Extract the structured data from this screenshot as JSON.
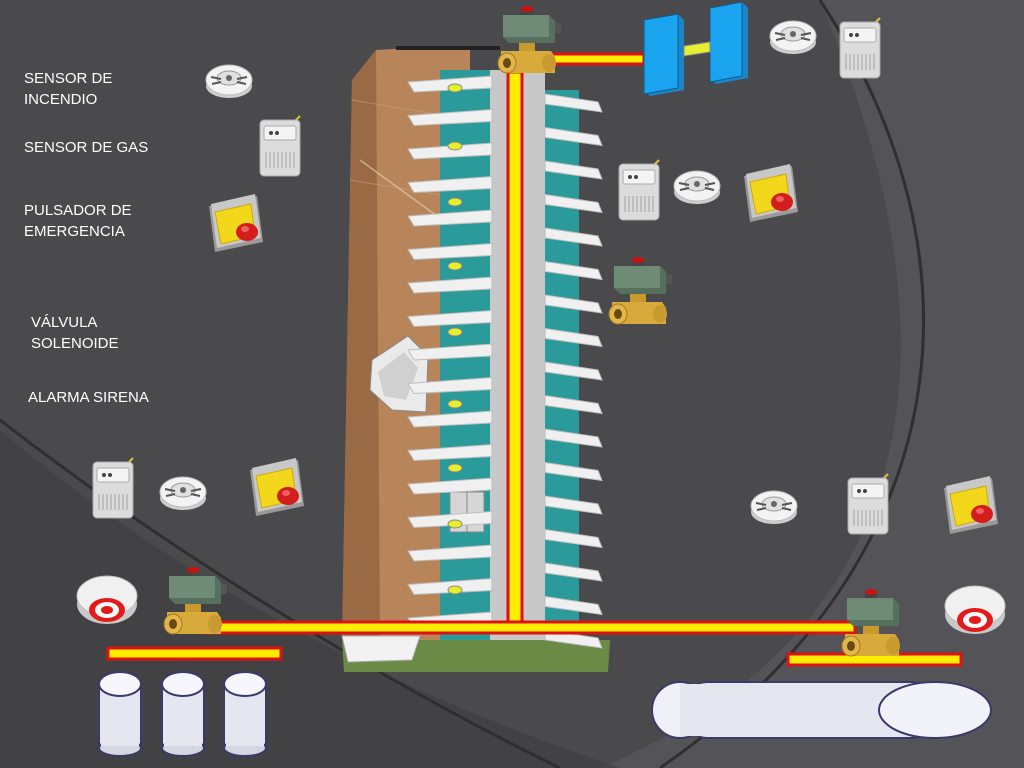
{
  "legend": {
    "fire_sensor": "SENSOR DE\nINCENDIO",
    "gas_sensor": "SENSOR DE GAS",
    "emergency_button": "PULSADOR DE\nEMERGENCIA",
    "solenoid_valve": "VÁLVULA\nSOLENOIDE",
    "siren_alarm": "ALARMA SIRENA"
  },
  "colors": {
    "background": "#4a4a4c",
    "background_light": "#5a5a5c",
    "pipe_fill": "#ffee00",
    "pipe_border": "#e01010",
    "water_tank": "#1aa3ee",
    "building_wall": "#b8855a",
    "building_glass": "#2a9a9a",
    "slab": "#f0f0f0"
  },
  "icons": {
    "fire_sensor": "smoke-detector-icon",
    "gas_sensor": "gas-detector-icon",
    "emergency_button": "emergency-push-button-icon",
    "solenoid_valve": "solenoid-valve-icon",
    "siren_alarm": "siren-alarm-icon",
    "tank": "cylinder-tank-icon",
    "pump": "water-pump-icon"
  }
}
